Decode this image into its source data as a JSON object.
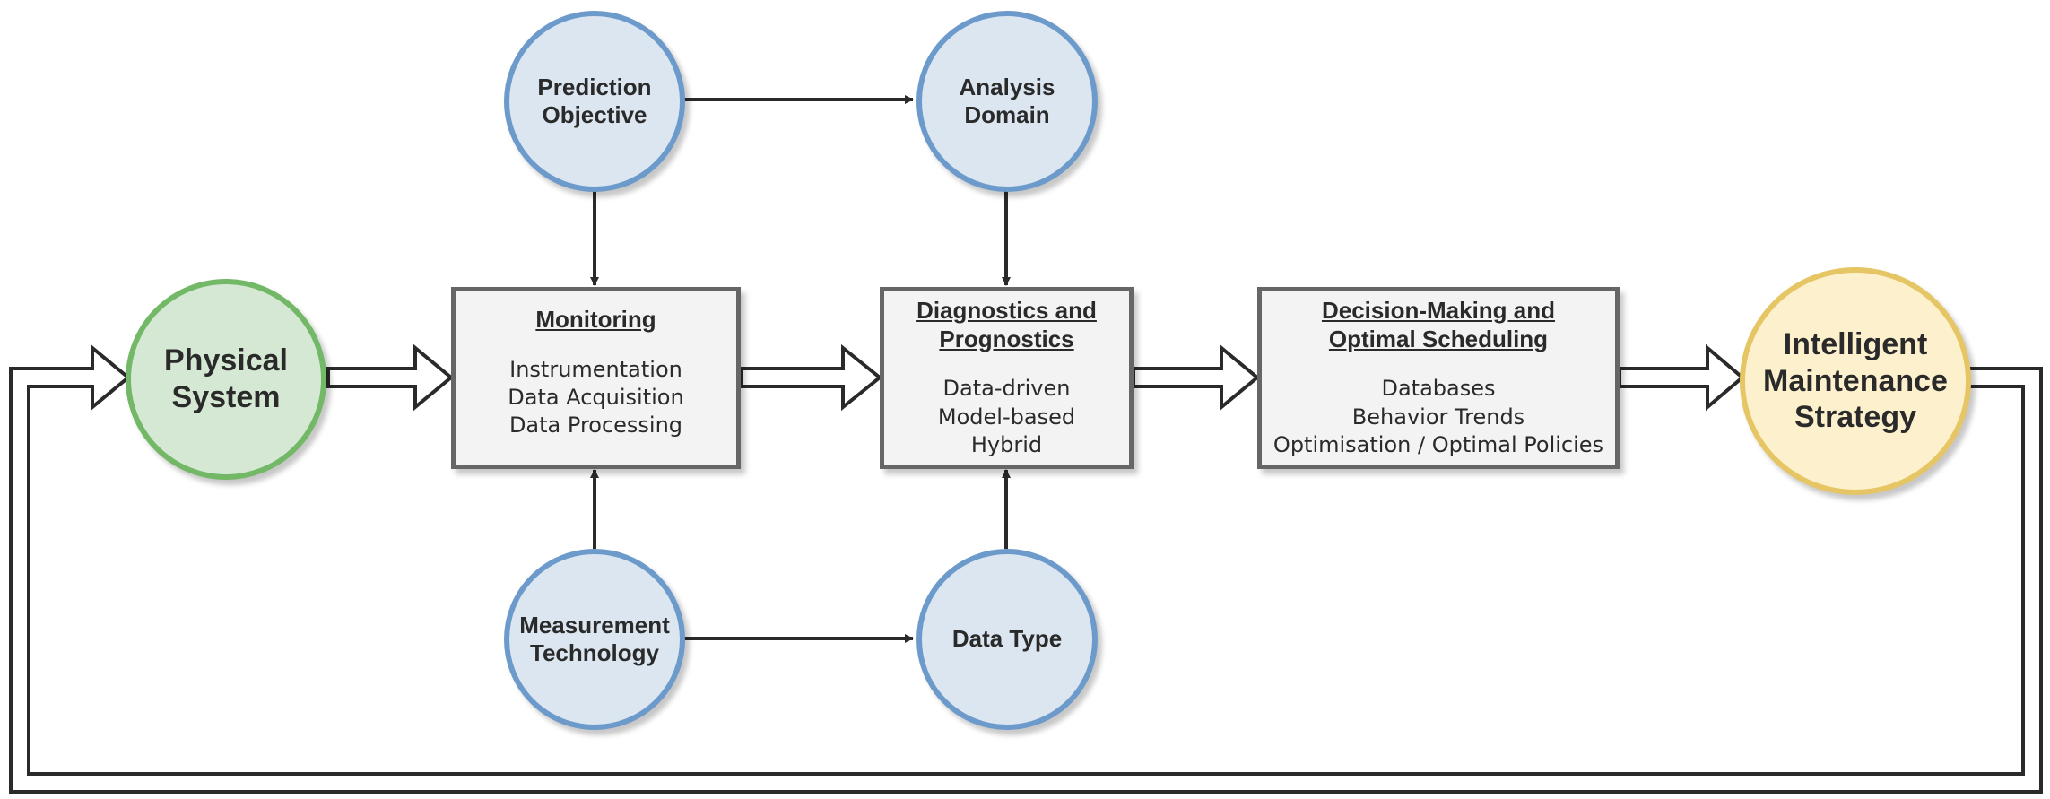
{
  "nodes": {
    "physical_system": [
      "Physical",
      "System"
    ],
    "prediction_objective": [
      "Prediction",
      "Objective"
    ],
    "analysis_domain": [
      "Analysis",
      "Domain"
    ],
    "measurement_technology": [
      "Measurement",
      "Technology"
    ],
    "data_type": [
      "Data Type"
    ],
    "intelligent_maintenance": [
      "Intelligent",
      "Maintenance",
      "Strategy"
    ]
  },
  "boxes": {
    "monitoring": {
      "title": "Monitoring ",
      "items": [
        "Instrumentation",
        "Data Acquisition",
        "Data Processing"
      ]
    },
    "diagnostics": {
      "title_lines": [
        "Diagnostics and",
        "Prognostics"
      ],
      "items": [
        "Data-driven",
        "Model-based",
        "Hybrid"
      ]
    },
    "decision": {
      "title_lines": [
        "Decision-Making and",
        "Optimal Scheduling"
      ],
      "items": [
        "Databases",
        "Behavior Trends",
        "Optimisation / Optimal Policies"
      ]
    }
  },
  "colors": {
    "blue_fill": "#dbe6f1",
    "blue_border": "#6b9acb",
    "green_fill": "#d4e8d4",
    "green_border": "#73b866",
    "yellow_fill": "#fdf0cd",
    "yellow_border": "#e6c564",
    "box_fill": "#f3f3f3",
    "box_border": "#666666",
    "arrow": "#2a2a2a"
  }
}
